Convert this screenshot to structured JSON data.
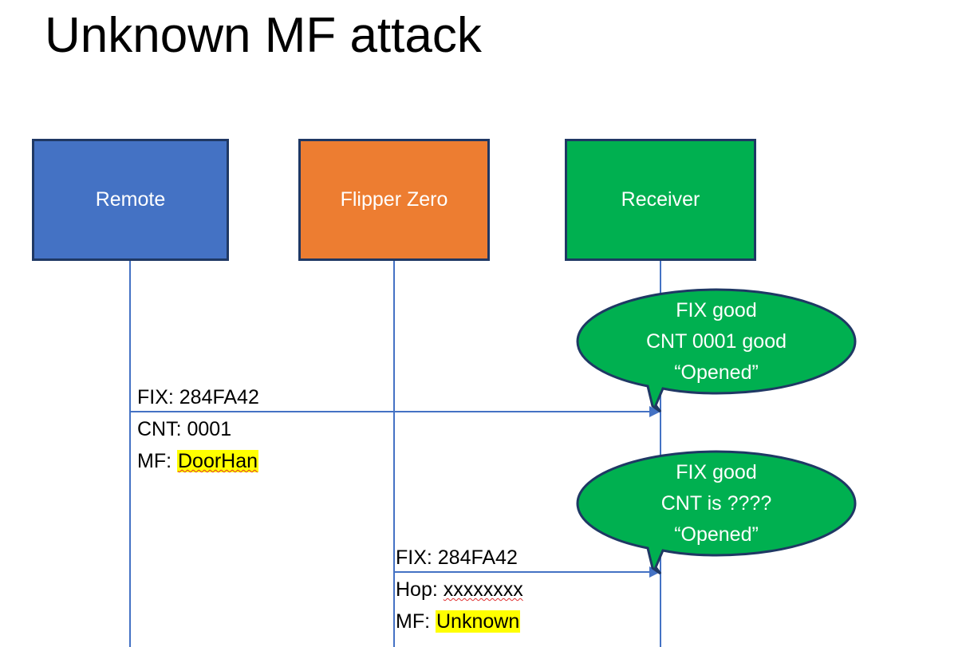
{
  "slide": {
    "title": "Unknown MF attack",
    "background_color": "#FFFFFF"
  },
  "colors": {
    "remote_fill": "#4472C4",
    "flipper_fill": "#ED7D31",
    "receiver_fill": "#00B050",
    "box_border": "#1F3864",
    "lifeline": "#4472C4",
    "arrow": "#4472C4",
    "highlight": "#FFFF00",
    "spellcheck_underline": "#E03030",
    "text": "#000000",
    "box_label_text": "#FFFFFF"
  },
  "actors": [
    {
      "id": "remote",
      "label": "Remote"
    },
    {
      "id": "flipper",
      "label": "Flipper Zero"
    },
    {
      "id": "receiver",
      "label": "Receiver"
    }
  ],
  "messages": [
    {
      "id": "msg-1",
      "from": "remote",
      "to": "receiver",
      "line1": "FIX: 284FA42",
      "line2": "CNT: 0001",
      "line3_prefix": "MF: ",
      "line3_value": "DoorHan",
      "line3_highlighted": true,
      "line3_spellchecked": true
    },
    {
      "id": "msg-2",
      "from": "flipper",
      "to": "receiver",
      "line1": "FIX: 284FA42",
      "line2_prefix": "Hop: ",
      "line2_value": "xxxxxxxx",
      "line2_spellchecked": true,
      "line3_prefix": "MF: ",
      "line3_value": "Unknown",
      "line3_highlighted": true
    }
  ],
  "bubbles": [
    {
      "id": "bubble-1",
      "line1": "FIX good",
      "line2": "CNT 0001 good",
      "line3": "“Opened”"
    },
    {
      "id": "bubble-2",
      "line1": "FIX good",
      "line2": "CNT is ????",
      "line3": "“Opened”"
    }
  ]
}
